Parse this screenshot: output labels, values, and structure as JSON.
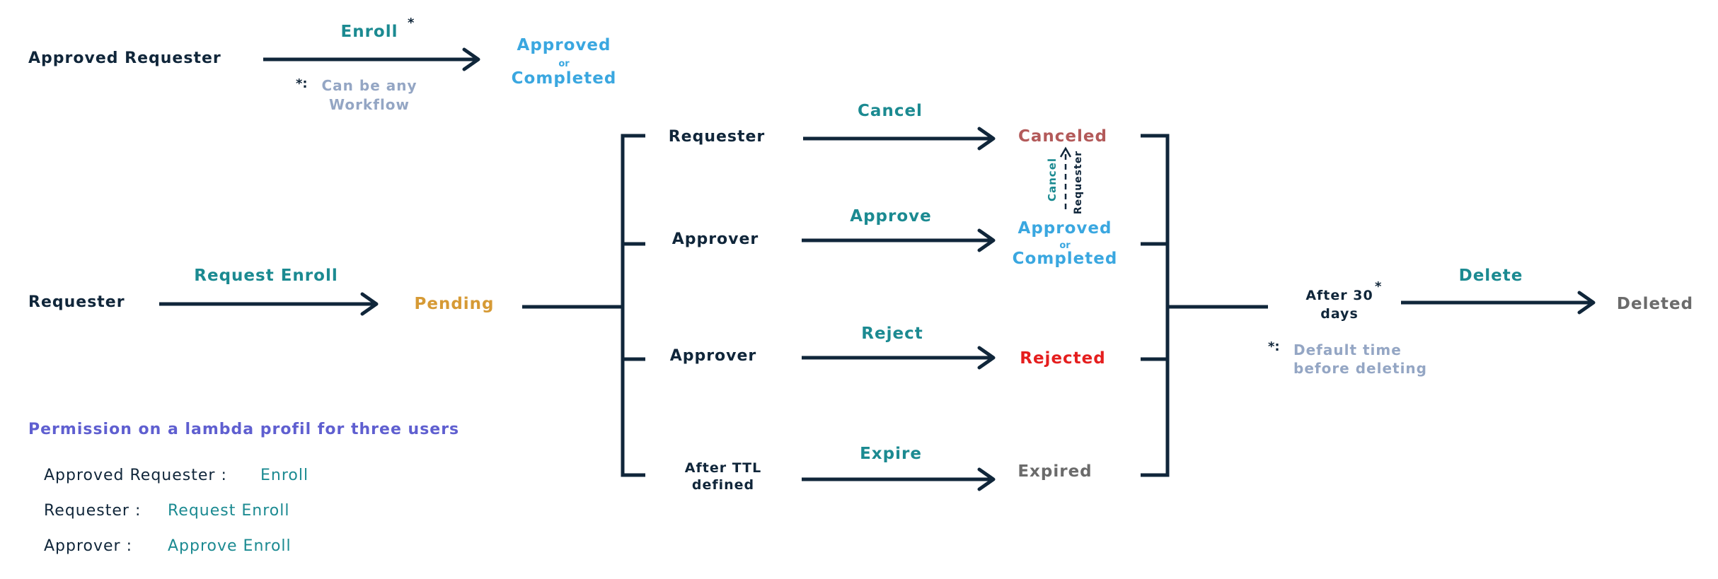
{
  "colors": {
    "dark": "#10263a",
    "action": "#1b8a91",
    "approved": "#3aa7e0",
    "pending": "#d69a35",
    "canceled": "#b35a5a",
    "rejected": "#e51e1e",
    "expired": "#6b6b6b",
    "deleted": "#6b6b6b",
    "note": "#94a6c4",
    "legend_title": "#5f5fd0"
  },
  "top_flow": {
    "actor": "Approved Requester",
    "action": "Enroll",
    "star": "*",
    "note_mark": "*:",
    "note_line1": "Can be any",
    "note_line2": "Workflow",
    "result_line1": "Approved",
    "result_or": "or",
    "result_line2": "Completed"
  },
  "main_flow": {
    "actor": "Requester",
    "action": "Request Enroll",
    "state": "Pending"
  },
  "branches": [
    {
      "actor": "Requester",
      "action": "Cancel",
      "result": "Canceled"
    },
    {
      "actor": "Approver",
      "action": "Approve",
      "result_line1": "Approved",
      "result_or": "or",
      "result_line2": "Completed"
    },
    {
      "actor": "Approver",
      "action": "Reject",
      "result": "Rejected"
    },
    {
      "actor_line1": "After TTL",
      "actor_line2": "defined",
      "action": "Expire",
      "result": "Expired"
    }
  ],
  "vertical_cancel": {
    "action": "Cancel",
    "actor": "Requester"
  },
  "final_flow": {
    "actor_line1": "After 30",
    "actor_line2": "days",
    "star": "*",
    "action": "Delete",
    "result": "Deleted",
    "note_mark": "*:",
    "note_line1": "Default time",
    "note_line2": "before deleting"
  },
  "legend": {
    "title": "Permission on a lambda profil for three users",
    "rows": [
      {
        "key": "Approved Requester :",
        "value": "Enroll"
      },
      {
        "key": "Requester :",
        "value": "Request Enroll"
      },
      {
        "key": "Approver :",
        "value": "Approve Enroll"
      }
    ]
  }
}
